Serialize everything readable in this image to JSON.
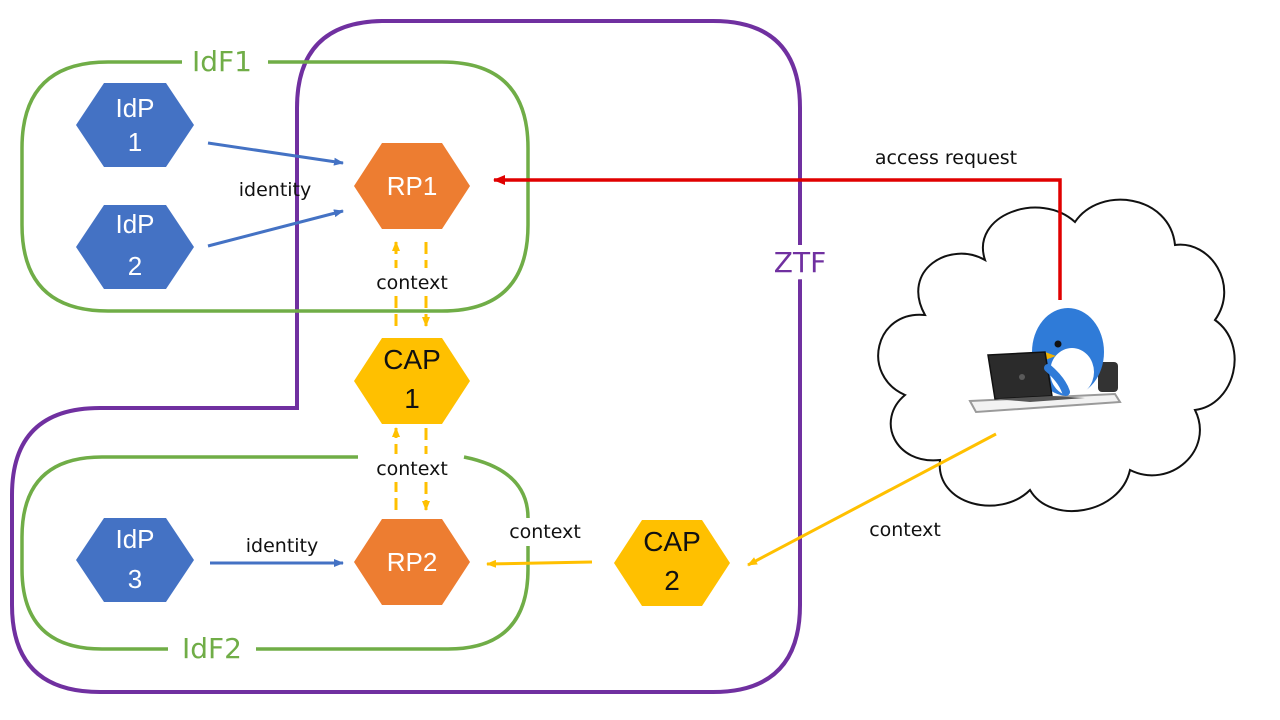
{
  "colors": {
    "idp": "#4472c4",
    "rp": "#ed7d31",
    "cap": "#ffc000",
    "federation_border": "#70ad47",
    "ztf_border": "#7030a0",
    "identity_arrow": "#4472c4",
    "context_arrow": "#ffc000",
    "request_arrow": "#e00000"
  },
  "groups": {
    "idf1": "IdF1",
    "idf2": "IdF2",
    "ztf": "ZTF"
  },
  "nodes": {
    "idp1": {
      "line1": "IdP",
      "line2": "1"
    },
    "idp2": {
      "line1": "IdP",
      "line2": "2"
    },
    "idp3": {
      "line1": "IdP",
      "line2": "3"
    },
    "rp1": {
      "line1": "RP1"
    },
    "rp2": {
      "line1": "RP2"
    },
    "cap1": {
      "line1": "CAP",
      "line2": "1"
    },
    "cap2": {
      "line1": "CAP",
      "line2": "2"
    }
  },
  "labels": {
    "identity_top": "identity",
    "identity_bottom": "identity",
    "context_rp1_cap1": "context",
    "context_cap1_rp2": "context",
    "context_cap2_rp2": "context",
    "context_user_cap2": "context",
    "access_request": "access request"
  },
  "icons": {
    "user": "penguin-at-laptop-icon",
    "cloud": "cloud-icon"
  }
}
